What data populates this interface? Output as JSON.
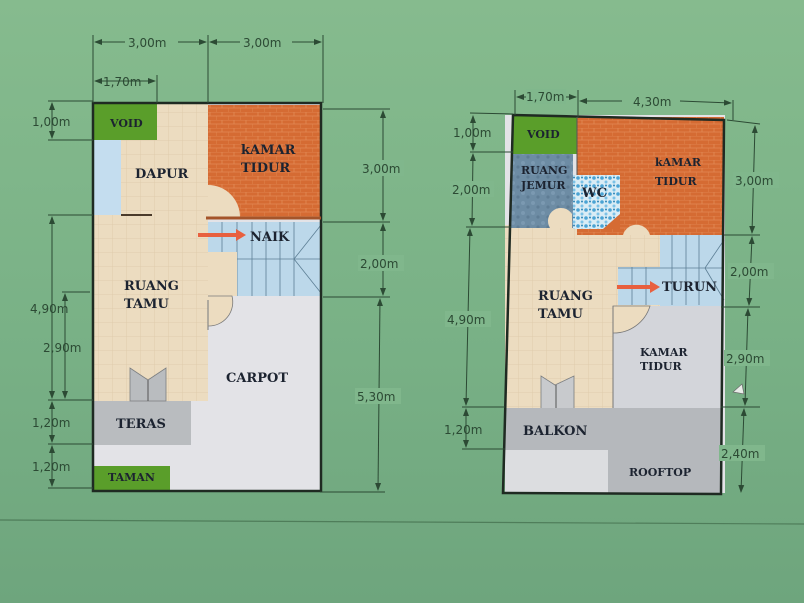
{
  "colors": {
    "background": "#7fb58a",
    "floor_tile": "#ecdcc0",
    "bedroom": "#d86e35",
    "void_taman": "#5a9e2a",
    "carpot": "#e3e3e7",
    "teras": "#b9bcbf",
    "stairs": "#bcd8ea",
    "arrow": "#e8603f",
    "wc": "#8cc4e4",
    "jemur": "#6f8fa8"
  },
  "ground_floor": {
    "dims_top": [
      "3,00m",
      "3,00m"
    ],
    "dim_void_width": "1,70m",
    "dims_left": [
      "1,00m",
      "4,90m",
      "2,90m",
      "1,20m",
      "1,20m"
    ],
    "dims_right": [
      "3,00m",
      "2,00m",
      "5,30m"
    ],
    "rooms": {
      "void": "VOID",
      "dapur": "DAPUR",
      "kamar_tidur_1": "kAMAR",
      "kamar_tidur_2": "TIDUR",
      "naik": "NAIK",
      "ruang_tamu_1": "RUANG",
      "ruang_tamu_2": "TAMU",
      "carpot": "CARPOT",
      "teras": "TERAS",
      "taman": "TAMAN"
    }
  },
  "first_floor": {
    "dims_top": [
      "1,70m",
      "4,30m"
    ],
    "dims_left": [
      "1,00m",
      "2,00m",
      "4,90m",
      "1,20m"
    ],
    "dims_right": [
      "3,00m",
      "2,00m",
      "2,90m",
      "2,40m"
    ],
    "rooms": {
      "void": "VOID",
      "ruang_jemur_1": "RUANG",
      "ruang_jemur_2": "JEMUR",
      "wc": "WC",
      "kamar_tidur_1": "kAMAR",
      "kamar_tidur_2": "TIDUR",
      "turun": "TURUN",
      "ruang_tamu_1": "RUANG",
      "ruang_tamu_2": "TAMU",
      "kamar_tidur2_1": "KAMAR",
      "kamar_tidur2_2": "TIDUR",
      "balkon": "BALKON",
      "rooftop": "ROOFTOP"
    }
  }
}
